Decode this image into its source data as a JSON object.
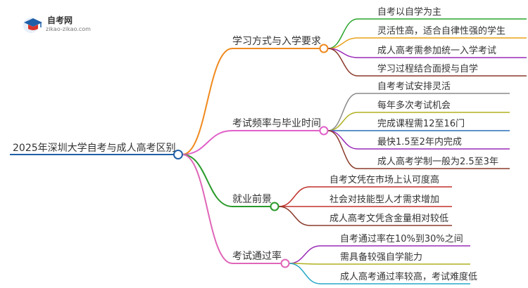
{
  "logo": {
    "name": "自考网",
    "url": "zikao-zikao.com"
  },
  "root": "2025年深圳大学自考与成人高考区别",
  "colors": {
    "root": "#1f5fa8",
    "branches": [
      "#f08a1e",
      "#e060c8",
      "#2a9a2a",
      "#e066b8"
    ],
    "leaves": [
      "#2aa52a",
      "#e8a21a",
      "#9a2ab8",
      "#8a3a2a",
      "#2a6fb8",
      "#c0302a",
      "#28a8c8"
    ]
  },
  "branches": [
    {
      "label": "学习方式与入学要求",
      "children": [
        "自考以自学为主",
        "灵活性高，适合自律性强的学生",
        "成人高考需参加统一入学考试",
        "学习过程结合面授与自学"
      ]
    },
    {
      "label": "考试频率与毕业时间",
      "children": [
        "自考考试安排灵活",
        "每年多次考试机会",
        "完成课程需12至16门",
        "最快1.5至2年内完成",
        "成人高考学制一般为2.5至3年"
      ]
    },
    {
      "label": "就业前景",
      "children": [
        "自考文凭在市场上认可度高",
        "社会对技能型人才需求增加",
        "成人高考文凭含金量相对较低"
      ]
    },
    {
      "label": "考试通过率",
      "children": [
        "自考通过率在10%到30%之间",
        "需具备较强自学能力",
        "成人高考通过率较高，考试难度低"
      ]
    }
  ]
}
